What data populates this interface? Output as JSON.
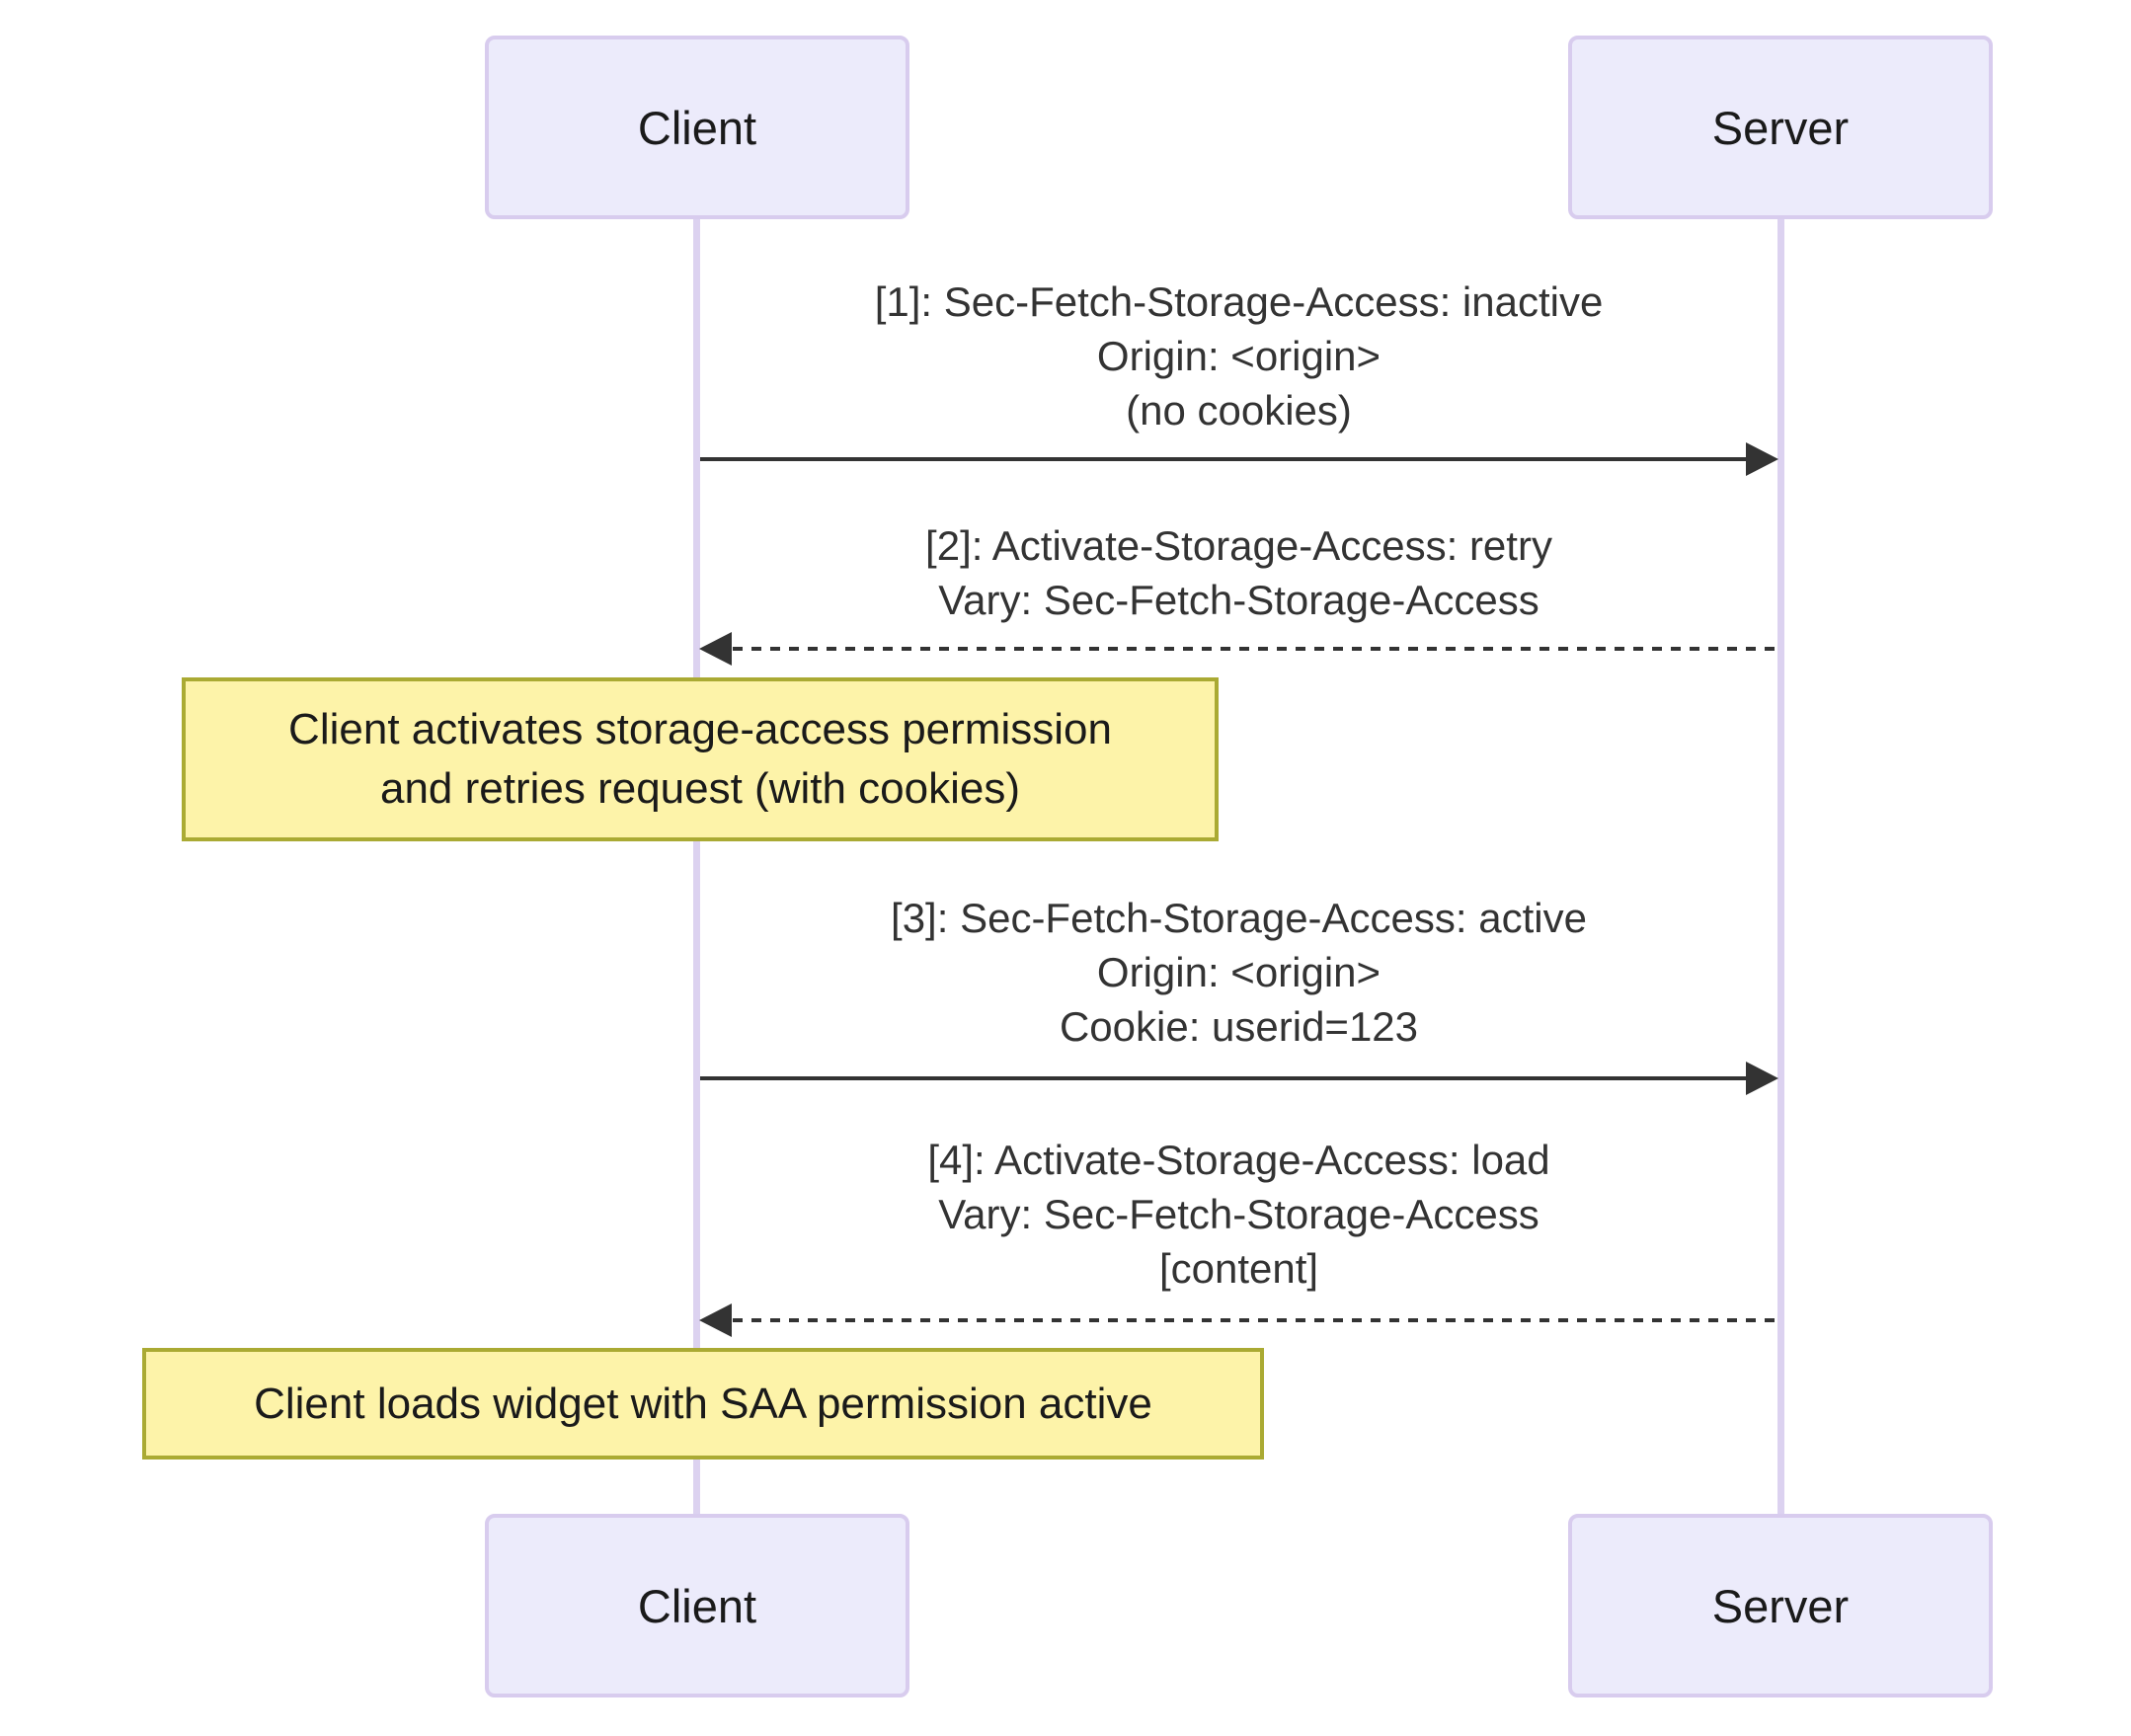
{
  "colors": {
    "actor_fill": "#ECEBFB",
    "actor_border": "#D8CCEE",
    "lifeline": "#DCD2F0",
    "note_fill": "#FDF3A9",
    "note_border": "#AAAA33",
    "arrow": "#333333",
    "message_text": "#333333",
    "actor_text": "#1A1A1A",
    "note_text": "#1A1A1A",
    "background": "#FFFFFF"
  },
  "actors": [
    {
      "name": "Client"
    },
    {
      "name": "Server"
    }
  ],
  "messages": [
    {
      "seq": "1",
      "style": "solid",
      "from": "Client",
      "to": "Server",
      "lines": [
        "[1]: Sec-Fetch-Storage-Access: inactive",
        "Origin: <origin>",
        "(no cookies)"
      ]
    },
    {
      "seq": "2",
      "style": "dashed",
      "from": "Server",
      "to": "Client",
      "lines": [
        "[2]: Activate-Storage-Access: retry",
        "Vary: Sec-Fetch-Storage-Access"
      ]
    },
    {
      "seq": "3",
      "style": "solid",
      "from": "Client",
      "to": "Server",
      "lines": [
        "[3]: Sec-Fetch-Storage-Access: active",
        "Origin: <origin>",
        "Cookie: userid=123"
      ]
    },
    {
      "seq": "4",
      "style": "dashed",
      "from": "Server",
      "to": "Client",
      "lines": [
        "[4]: Activate-Storage-Access: load",
        "Vary: Sec-Fetch-Storage-Access",
        "[content]"
      ]
    }
  ],
  "notes": [
    {
      "lines": [
        "Client activates storage-access permission",
        "and retries request (with cookies)"
      ]
    },
    {
      "lines": [
        "Client loads widget with SAA permission active"
      ]
    }
  ]
}
